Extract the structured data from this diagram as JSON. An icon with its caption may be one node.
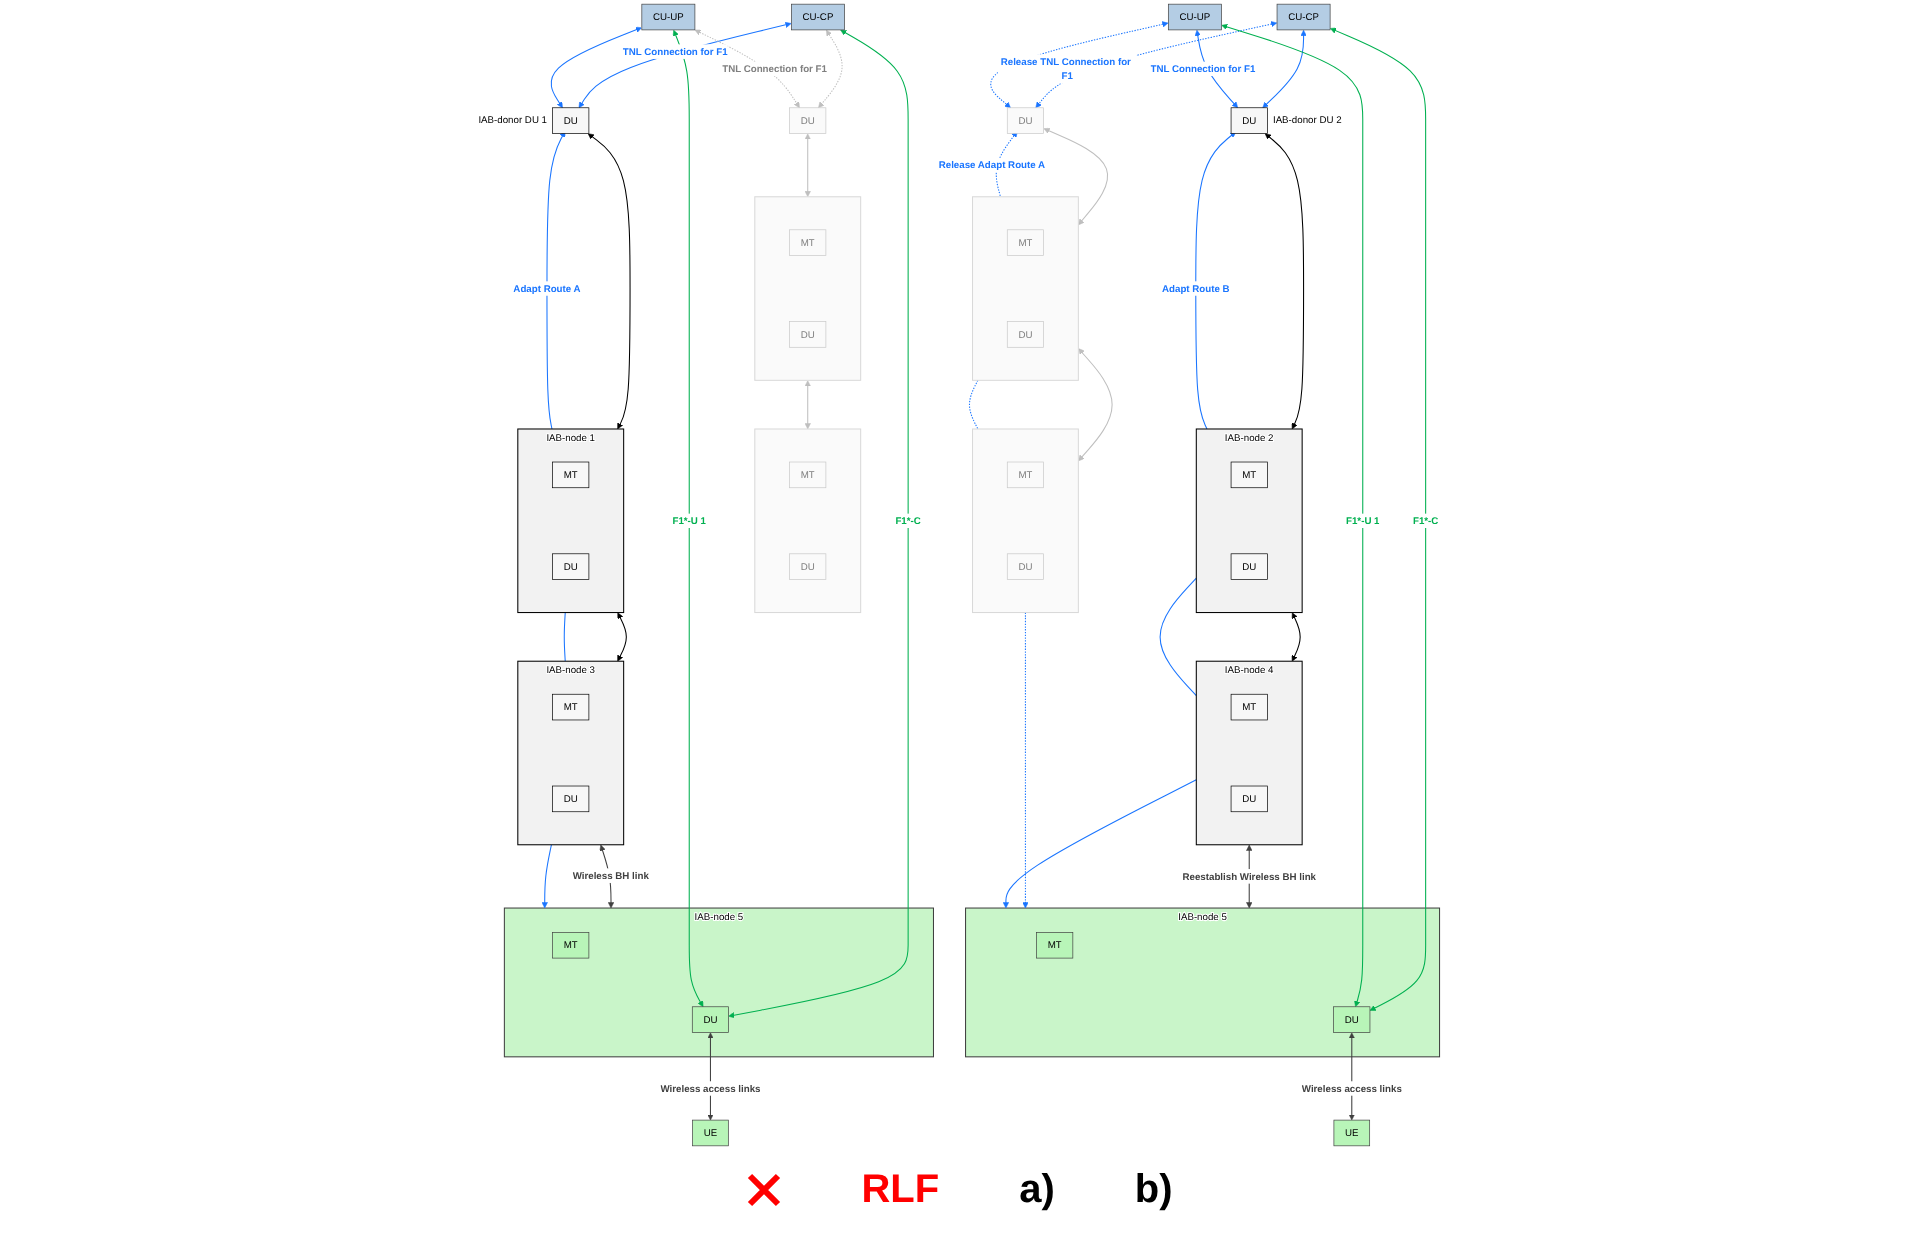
{
  "diagram": {
    "nodes": [
      {
        "text": [
          "CU-CP"
        ]
      },
      {
        "text": [
          "CU-UP"
        ]
      },
      {
        "text": [
          "DU"
        ],
        "beside": [
          "IAB-donor DU 1"
        ]
      },
      {
        "text": [
          "DU"
        ]
      },
      {
        "text": [],
        "shape": "box",
        "beside": [
          "IAB-node 1"
        ]
      },
      {
        "text": [
          "MT"
        ],
        "in": 4
      },
      {
        "text": [
          "DU"
        ],
        "in": 4
      },
      {
        "text": [],
        "shape": "box"
      },
      {
        "text": [
          "MT"
        ],
        "in": 7
      },
      {
        "text": [
          "DU"
        ],
        "in": 7
      },
      {
        "text": [],
        "shape": "box",
        "beside": [
          "IAB-node 3"
        ]
      },
      {
        "text": [
          "MT"
        ],
        "in": 10
      },
      {
        "text": [
          "DU"
        ],
        "in": 10
      },
      {
        "text": [],
        "shape": "box"
      },
      {
        "text": [
          "MT"
        ],
        "in": 13
      },
      {
        "text": [
          "DU"
        ],
        "in": 13
      },
      {
        "text": [],
        "shape": "box",
        "beside": [
          "IAB-node 5"
        ]
      },
      {
        "text": [
          "MT"
        ],
        "in": 16
      },
      {
        "text": [
          "DU"
        ],
        "in": 16
      },
      {
        "text": [
          "UE"
        ]
      },
      {
        "text": [
          "CU-CP"
        ]
      },
      {
        "text": [
          "CU-UP"
        ]
      },
      {
        "text": [
          "DU"
        ]
      },
      {
        "text": [
          "DU"
        ],
        "beside": [
          "IAB-donor DU 2"
        ]
      },
      {
        "text": [],
        "shape": "box"
      },
      {
        "text": [
          "MT"
        ],
        "in": 24
      },
      {
        "text": [
          "DU"
        ],
        "in": 24
      },
      {
        "text": [],
        "shape": "box",
        "beside": [
          "IAB-node 2"
        ]
      },
      {
        "text": [
          "MT"
        ],
        "in": 27
      },
      {
        "text": [
          "DU"
        ],
        "in": 27
      },
      {
        "text": [],
        "shape": "box"
      },
      {
        "text": [
          "MT"
        ],
        "in": 30
      },
      {
        "text": [
          "DU"
        ],
        "in": 30
      },
      {
        "text": [],
        "shape": "box",
        "beside": [
          "IAB-node 4"
        ]
      },
      {
        "text": [
          "MT"
        ],
        "in": 33
      },
      {
        "text": [
          "DU"
        ],
        "in": 33
      },
      {
        "text": [],
        "shape": "box",
        "beside": [
          "IAB-node 5"
        ]
      },
      {
        "text": [
          "MT"
        ],
        "in": 36
      },
      {
        "text": [
          "DU"
        ],
        "in": 36
      },
      {
        "text": [
          "UE"
        ]
      }
    ],
    "edges": [
      {
        "from": 0,
        "to": 2,
        "arrow": "both",
        "label": "TNL Connection for F1",
        "color": "#1a75ff"
      },
      {
        "from": 1,
        "to": 2,
        "arrow": "both",
        "color": "#1a75ff"
      },
      {
        "from": 0,
        "to": 3,
        "arrow": "both",
        "style": "dashed",
        "color": "#bfbfbf"
      },
      {
        "from": 1,
        "to": 3,
        "arrow": "both",
        "style": "dashed",
        "label": "TNL Connection for F1",
        "color": "#bfbfbf"
      },
      {
        "from": 2,
        "to": 4,
        "arrow": "both",
        "color": "#000000"
      },
      {
        "from": 3,
        "to": 7,
        "arrow": "both",
        "color": "#bfbfbf"
      },
      {
        "from": 4,
        "to": 10,
        "arrow": "both",
        "color": "#000000"
      },
      {
        "from": 7,
        "to": 13,
        "arrow": "both",
        "color": "#bfbfbf"
      },
      {
        "from": 10,
        "to": 16,
        "arrow": "both",
        "label": "Wireless BH link",
        "color": "#404040"
      },
      {
        "from": 18,
        "to": 19,
        "arrow": "both",
        "label": "Wireless access links",
        "color": "#404040"
      },
      {
        "from": 0,
        "to": 18,
        "arrow": "both",
        "label": "F1*-C",
        "color": "#00b050"
      },
      {
        "from": 1,
        "to": 18,
        "arrow": "both",
        "label": "F1*-U 1",
        "color": "#00b050"
      },
      {
        "from": 4,
        "to": 2,
        "arrow": "to",
        "label": "Adapt Route A",
        "color": "#1a75ff"
      },
      {
        "from": 4,
        "to": 10,
        "arrow": "none",
        "color": "#1a75ff"
      },
      {
        "from": 10,
        "to": 16,
        "arrow": "to",
        "color": "#1a75ff"
      },
      {
        "from": 20,
        "to": 22,
        "arrow": "both",
        "style": "dashed",
        "label": "Release TNL Connection for F1",
        "color": "#1a75ff"
      },
      {
        "from": 21,
        "to": 22,
        "arrow": "both",
        "style": "dashed",
        "color": "#1a75ff"
      },
      {
        "from": 20,
        "to": 23,
        "arrow": "both",
        "color": "#1a75ff"
      },
      {
        "from": 21,
        "to": 23,
        "arrow": "both",
        "label": "TNL Connection for F1",
        "color": "#1a75ff"
      },
      {
        "from": 22,
        "to": 24,
        "arrow": "both",
        "color": "#bfbfbf"
      },
      {
        "from": 23,
        "to": 27,
        "arrow": "both",
        "color": "#000000"
      },
      {
        "from": 24,
        "to": 30,
        "arrow": "both",
        "color": "#bfbfbf"
      },
      {
        "from": 27,
        "to": 33,
        "arrow": "both",
        "color": "#000000"
      },
      {
        "from": 33,
        "to": 36,
        "arrow": "both",
        "label": "Reestablish Wireless BH link",
        "color": "#404040"
      },
      {
        "from": 38,
        "to": 39,
        "arrow": "both",
        "label": "Wireless access links",
        "color": "#404040"
      },
      {
        "from": 20,
        "to": 38,
        "arrow": "both",
        "label": "F1*-C",
        "color": "#00b050"
      },
      {
        "from": 21,
        "to": 38,
        "arrow": "both",
        "label": "F1*-U 1",
        "color": "#00b050"
      },
      {
        "from": 24,
        "to": 22,
        "arrow": "to",
        "style": "dashed",
        "label": "Release Adapt Route A",
        "color": "#1a75ff"
      },
      {
        "from": 24,
        "to": 30,
        "arrow": "none",
        "style": "dashed",
        "color": "#1a75ff"
      },
      {
        "from": 30,
        "to": 36,
        "arrow": "to",
        "style": "dashed",
        "color": "#1a75ff"
      },
      {
        "from": 27,
        "to": 23,
        "arrow": "to",
        "label": "Adapt Route B",
        "color": "#1a75ff"
      },
      {
        "from": 27,
        "to": 33,
        "arrow": "none",
        "color": "#1a75ff"
      },
      {
        "from": 33,
        "to": 36,
        "arrow": "to",
        "color": "#1a75ff"
      }
    ],
    "labels": [
      "RLF",
      "a)",
      "b)"
    ]
  }
}
